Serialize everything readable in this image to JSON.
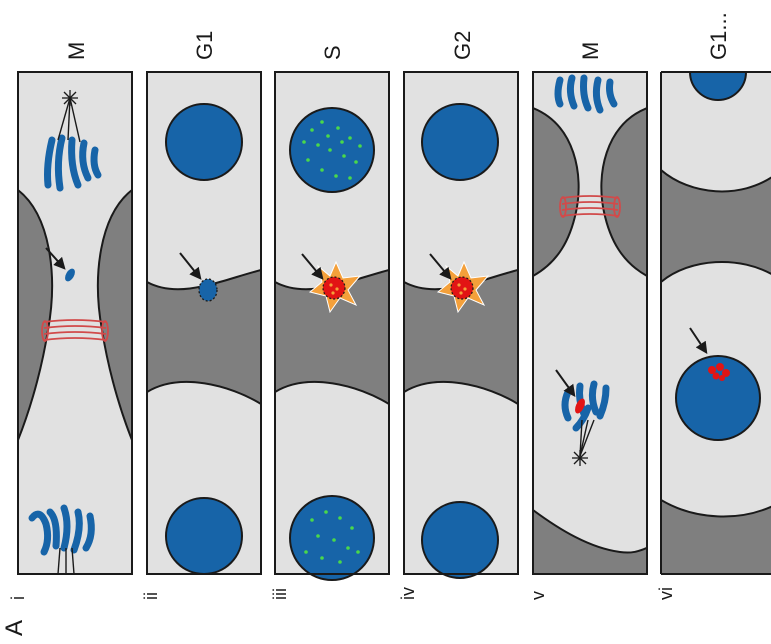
{
  "figure": {
    "panel_letter": "A",
    "panels": [
      {
        "numeral": "i",
        "phase": "M"
      },
      {
        "numeral": "ii",
        "phase": "G1"
      },
      {
        "numeral": "iii",
        "phase": "S"
      },
      {
        "numeral": "iv",
        "phase": "G2"
      },
      {
        "numeral": "v",
        "phase": "M"
      },
      {
        "numeral": "vi",
        "phase": "G1..."
      }
    ]
  },
  "colors": {
    "cell_fill": "#e1e1e1",
    "gap_fill": "#7f7f7f",
    "nucleus": "#1764a8",
    "midbody_ring": "#d14a4a",
    "remnant_red": "#e21414",
    "halo_orange": "#f4a03a",
    "dna_green": "#4ad84a",
    "outline": "#1a1a1a"
  }
}
